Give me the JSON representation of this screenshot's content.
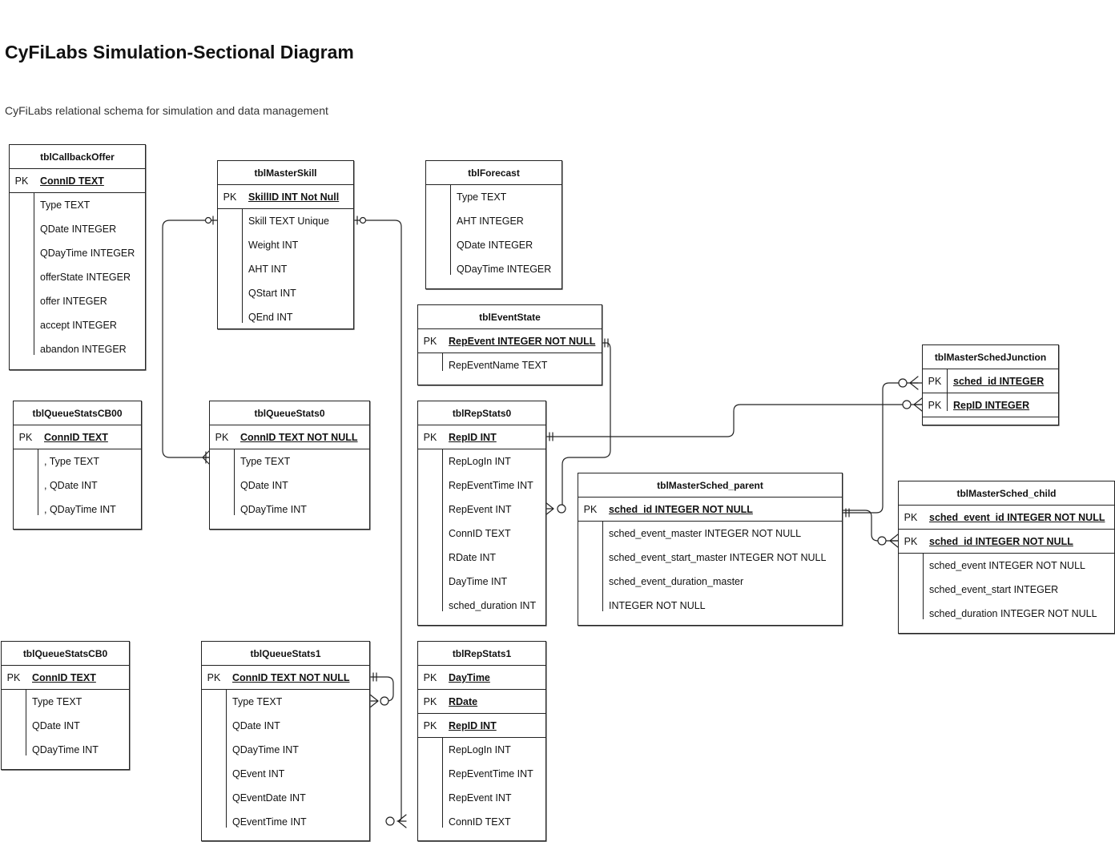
{
  "diagram": {
    "title": "CyFiLabs Simulation-Sectional Diagram",
    "subtitle": "CyFiLabs relational schema for simulation and data management"
  },
  "colors": {
    "line": "#222222",
    "background": "#ffffff",
    "text": "#111111"
  },
  "pk_label": "PK",
  "tables": {
    "callback_offer": {
      "name": "tblCallbackOffer",
      "pk": [
        "ConnID TEXT"
      ],
      "fields": [
        "Type TEXT",
        "QDate INTEGER",
        "QDayTime INTEGER",
        "offerState INTEGER",
        "offer INTEGER",
        "accept INTEGER",
        "abandon INTEGER"
      ]
    },
    "master_skill": {
      "name": "tblMasterSkill",
      "pk": [
        "SkillID INT Not Null"
      ],
      "fields": [
        "Skill TEXT Unique",
        "Weight INT",
        "AHT INT",
        "QStart INT",
        "QEnd INT"
      ]
    },
    "forecast": {
      "name": "tblForecast",
      "pk": [],
      "fields": [
        "Type TEXT",
        "AHT INTEGER",
        "QDate INTEGER",
        "QDayTime INTEGER"
      ]
    },
    "event_state": {
      "name": "tblEventState",
      "pk": [
        "RepEvent INTEGER NOT NULL"
      ],
      "fields": [
        "RepEventName TEXT"
      ]
    },
    "master_sched_junction": {
      "name": "tblMasterSchedJunction",
      "pk": [
        "sched_id INTEGER",
        "RepID INTEGER"
      ],
      "fields": []
    },
    "queue_stats_cb00": {
      "name": "tblQueueStatsCB00",
      "pk": [
        "ConnID TEXT"
      ],
      "fields": [
        ", Type TEXT",
        ", QDate INT",
        ", QDayTime INT"
      ]
    },
    "queue_stats0": {
      "name": "tblQueueStats0",
      "pk": [
        "ConnID TEXT NOT NULL"
      ],
      "fields": [
        "Type TEXT",
        "QDate INT",
        "QDayTime INT"
      ]
    },
    "rep_stats0": {
      "name": "tblRepStats0",
      "pk": [
        "RepID INT"
      ],
      "fields": [
        "RepLogIn INT",
        "RepEventTime INT",
        "RepEvent INT",
        "ConnID TEXT",
        "RDate INT",
        "DayTime INT",
        "sched_duration INT"
      ]
    },
    "master_sched_parent": {
      "name": "tblMasterSched_parent",
      "pk": [
        "sched_id INTEGER NOT NULL"
      ],
      "fields": [
        "sched_event_master INTEGER NOT NULL",
        "sched_event_start_master INTEGER NOT NULL",
        "sched_event_duration_master",
        "INTEGER NOT NULL"
      ]
    },
    "master_sched_child": {
      "name": "tblMasterSched_child",
      "pk": [
        "sched_event_id INTEGER NOT NULL",
        "sched_id INTEGER NOT NULL"
      ],
      "fields": [
        "sched_event INTEGER NOT NULL",
        "sched_event_start INTEGER",
        "sched_duration INTEGER NOT NULL"
      ]
    },
    "queue_stats_cb0": {
      "name": "tblQueueStatsCB0",
      "pk": [
        "ConnID TEXT"
      ],
      "fields": [
        "Type TEXT",
        "QDate INT",
        "QDayTime INT"
      ]
    },
    "queue_stats1": {
      "name": "tblQueueStats1",
      "pk": [
        "ConnID TEXT NOT NULL"
      ],
      "fields": [
        "Type TEXT",
        "QDate INT",
        "QDayTime INT",
        "QEvent INT",
        "QEventDate INT",
        "QEventTime INT"
      ]
    },
    "rep_stats1": {
      "name": "tblRepStats1",
      "pk": [
        "DayTime",
        "RDate",
        "RepID INT"
      ],
      "fields": [
        "RepLogIn INT",
        "RepEventTime INT",
        "RepEvent INT",
        "ConnID TEXT"
      ]
    }
  },
  "relationships": [
    {
      "from": "tblMasterSkill",
      "to": "tblQueueStats0",
      "from_end": "zero-or-one",
      "to_end": "one-or-many"
    },
    {
      "from": "tblMasterSkill",
      "to": "tblQueueStats1",
      "from_end": "zero-or-one",
      "to_end": "zero-or-many"
    },
    {
      "from": "tblQueueStats1",
      "to": "tblQueueStats1",
      "from_end": "one-and-only-one",
      "to_end": "zero-or-many"
    },
    {
      "from": "tblEventState",
      "to": "tblRepStats0",
      "from_end": "one-and-only-one",
      "to_end": "zero-or-many"
    },
    {
      "from": "tblRepStats0",
      "to": "tblMasterSchedJunction",
      "from_end": "one-and-only-one",
      "to_end": "zero-or-many"
    },
    {
      "from": "tblMasterSched_parent",
      "to": "tblMasterSchedJunction",
      "from_end": "one-and-only-one",
      "to_end": "zero-or-many"
    },
    {
      "from": "tblMasterSched_parent",
      "to": "tblMasterSched_child",
      "from_end": "one-and-only-one",
      "to_end": "zero-or-many"
    }
  ]
}
